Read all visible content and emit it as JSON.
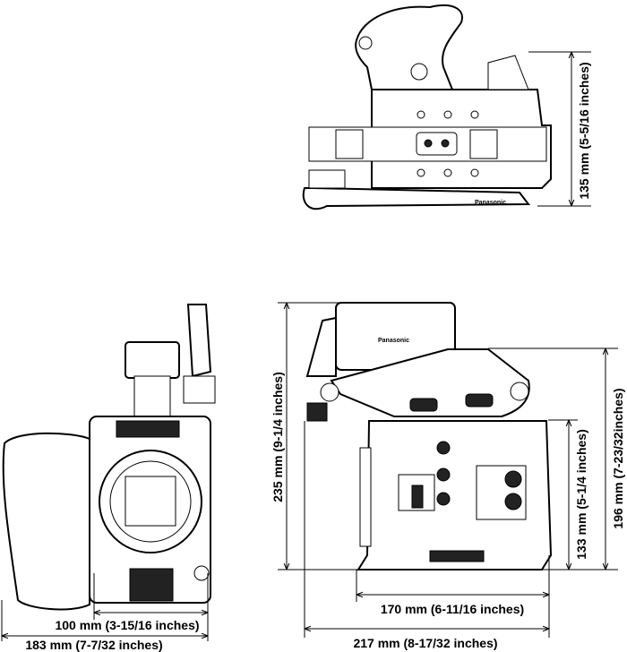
{
  "brand": "Panasonic",
  "dimensions": {
    "top_view_height": "135 mm (5-5/16 inches)",
    "front_depth": "100 mm (3-15/16 inches)",
    "front_width": "183 mm (7-7/32 inches)",
    "side_total_height": "235 mm (9-1/4 inches)",
    "side_handle_height": "196 mm (7-23/32inches)",
    "side_body_height": "133 mm (5-1/4 inches)",
    "side_body_length": "170 mm (6-11/16 inches)",
    "side_total_length": "217 mm (8-17/32 inches)"
  }
}
